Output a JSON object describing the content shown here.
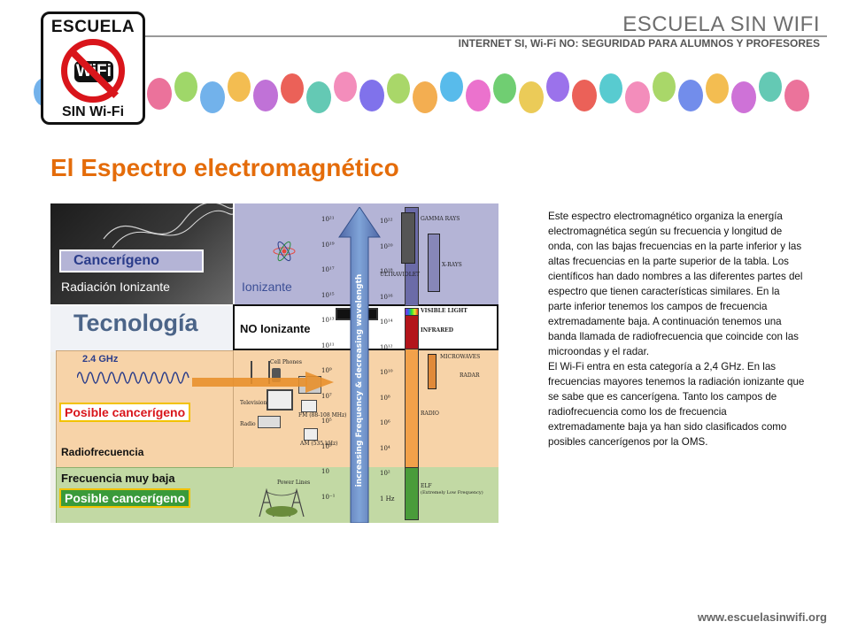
{
  "header": {
    "logo_top": "ESCUELA",
    "logo_wifi": "WiFi",
    "logo_bottom": "SIN Wi-Fi",
    "site_title": "ESCUELA SIN WIFI",
    "site_subtitle": "INTERNET SI, Wi-Fi NO: SEGURIDAD PARA ALUMNOS Y PROFESORES"
  },
  "page_title": "El Espectro electromagnético",
  "diagram": {
    "cancerigeno": "Cancerígeno",
    "radiacion_ionizante": "Radiación Ionizante",
    "ionizante": "Ionizante",
    "tecnologia": "Tecnología",
    "no_ionizante": "NO Ionizante",
    "ghz": "2.4 GHz",
    "posible_cancerigeno": "Posible cancerígeno",
    "radiofrecuencia": "Radiofrecuencia",
    "frecuencia_muy_baja": "Frecuencia muy baja",
    "arrow_label": "increasing Frequency & decreasing wavelength",
    "small_labels": {
      "cell_phones": "Cell Phones",
      "television": "Television",
      "radio": "Radio",
      "fm": "FM (88-108 MHz)",
      "am": "AM (535 kHz)",
      "power_lines": "Power Lines"
    },
    "bands": {
      "gamma": "GAMMA RAYS",
      "xrays": "X-RAYS",
      "ultraviolet": "ULTRAVIOLET",
      "visible": "VISIBLE LIGHT",
      "infrared": "INFRARED",
      "microwaves": "MICROWAVES",
      "radar": "RADAR",
      "radio": "RADIO",
      "elf": "ELF",
      "elf_sub": "(Extremely Low Frequency)"
    },
    "ticks_left": [
      "10²¹",
      "10¹⁹",
      "10¹⁷",
      "10¹⁵",
      "10¹³",
      "10¹¹",
      "10⁹",
      "10⁷",
      "10⁵",
      "10³",
      "10",
      "10⁻¹"
    ],
    "ticks_right": [
      "10²²",
      "10²⁰",
      "10¹⁸",
      "10¹⁶",
      "10¹⁴",
      "10¹²",
      "10¹⁰",
      "10⁸",
      "10⁶",
      "10⁴",
      "10²",
      "1 Hz"
    ]
  },
  "description": {
    "paragraph_1": "Este espectro electromagnético organiza la energía electromagnética según su frecuencia y longitud de onda, con las bajas frecuencias en la parte inferior y las altas frecuencias en la parte superior de la tabla. Los científicos han dado nombres a las diferentes partes del espectro que tienen características similares. En la parte inferior tenemos los campos de frecuencia extremadamente baja. A continuación tenemos una banda llamada de radiofrecuencia que  coincide con las microondas y el radar.",
    "paragraph_2": "El Wi-Fi entra en esta categoría a 2,4 GHz. En las frecuencias mayores tenemos la radiación ionizante que se sabe que es cancerígena. Tanto los campos de radiofrecuencia como los de frecuencia extremadamente baja ya han sido clasificados como posibles cancerígenos por la OMS."
  },
  "footer": {
    "url": "www.escuelasinwifi.org"
  },
  "colors": {
    "title_orange": "#e46c0a",
    "ionizing_blue": "#b4b4d6",
    "radio_orange": "#f7d3a8",
    "elf_green": "#c2d9a4",
    "label_red": "#d9151b",
    "label_green": "#3a9a3a"
  }
}
